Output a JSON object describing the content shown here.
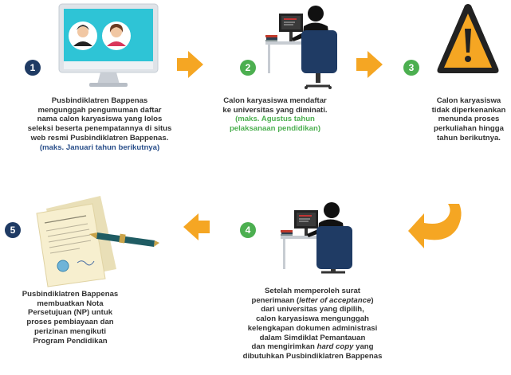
{
  "colors": {
    "badge_blue": "#1f3b64",
    "badge_green": "#4caf50",
    "arrow_orange": "#f5a623",
    "note_blue": "#2a4f8a",
    "note_green": "#4caf50"
  },
  "steps": [
    {
      "number": "1",
      "icon": "monitor-video-call-icon",
      "lines": [
        "Pusbindiklatren Bappenas",
        "mengunggah pengumuman daftar",
        "nama calon karyasiswa yang lolos",
        "seleksi beserta penempatannya di situs",
        "web resmi Pusbindiklatren Bappenas."
      ],
      "note": "(maks. Januari tahun berikutnya)"
    },
    {
      "number": "2",
      "icon": "person-at-computer-icon",
      "lines": [
        "Calon karyasiswa mendaftar",
        "ke universitas yang diminati."
      ],
      "note_lines": [
        "(maks. Agustus tahun",
        "pelaksanaan pendidikan)"
      ]
    },
    {
      "number": "3",
      "icon": "warning-sign-icon",
      "lines": [
        "Calon karyasiswa",
        "tidak diperkenankan",
        "menunda proses",
        "perkuliahan hingga",
        "tahun berikutnya."
      ]
    },
    {
      "number": "4",
      "icon": "person-at-computer-icon",
      "line1_pre": "Setelah memperoleh surat",
      "line2_pre": "penerimaan (",
      "line2_italic": "letter of acceptance",
      "line2_post": ")",
      "lines_mid": [
        "dari universitas yang dipilih,",
        "calon karyasiswa mengunggah",
        "kelengkapan dokumen administrasi",
        "dalam Simdiklat Pemantauan"
      ],
      "line7_pre": "dan mengirimkan ",
      "line7_italic": "hard copy",
      "line7_post": " yang",
      "line8": "dibutuhkan Pusbindiklatren Bappenas"
    },
    {
      "number": "5",
      "icon": "document-with-pen-icon",
      "lines": [
        "Pusbindiklatren Bappenas",
        "membuatkan Nota",
        "Persetujuan (NP) untuk",
        "proses pembiayaan dan",
        "perizinan mengikuti",
        "Program Pendidikan"
      ]
    }
  ]
}
